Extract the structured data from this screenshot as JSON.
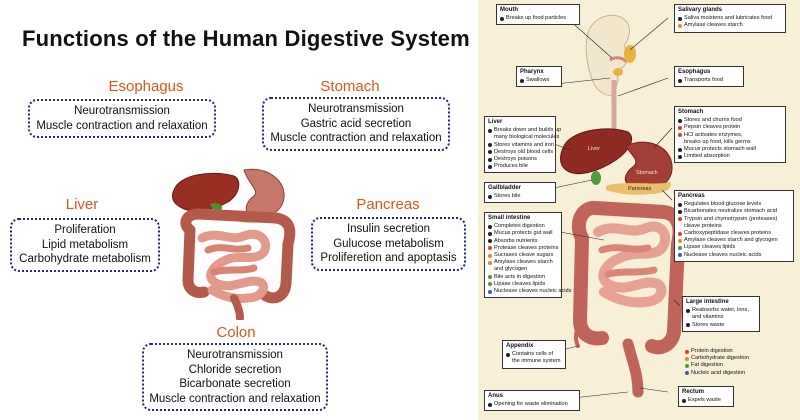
{
  "left": {
    "title": "Functions of the Human Digestive System",
    "esophagus": {
      "title": "Esophagus",
      "lines": [
        "Neurotransmission",
        "Muscle contraction and relaxation"
      ]
    },
    "stomach": {
      "title": "Stomach",
      "lines": [
        "Neurotransmission",
        "Gastric acid secretion",
        "Muscle contraction and relaxation"
      ]
    },
    "liver": {
      "title": "Liver",
      "lines": [
        "Proliferation",
        "Lipid metabolism",
        "Carbohydrate metabolism"
      ]
    },
    "pancreas": {
      "title": "Pancreas",
      "lines": [
        "Insulin secretion",
        "Gulucose metabolism",
        "Proliferetion and apoptasis"
      ]
    },
    "colon": {
      "title": "Colon",
      "lines": [
        "Neurotransmission",
        "Chloride secretion",
        "Bicarbonate secretion",
        "Muscle contraction and relaxation"
      ]
    }
  },
  "right": {
    "colors": {
      "protein": "#d6402b",
      "carbohydrate": "#e08a2a",
      "fat": "#4f9a3a",
      "nucleic": "#3a5fb0",
      "plain": "#222222"
    },
    "boxes": {
      "mouth": {
        "title": "Mouth",
        "items": [
          {
            "t": "Breaks up food particles",
            "c": "plain"
          }
        ]
      },
      "salivary": {
        "title": "Salivary glands",
        "items": [
          {
            "t": "Saliva moistens and lubricates food",
            "c": "plain"
          },
          {
            "t": "Amylase cleaves starch",
            "c": "carbohydrate"
          }
        ]
      },
      "pharynx": {
        "title": "Pharynx",
        "items": [
          {
            "t": "Swallows",
            "c": "plain"
          }
        ]
      },
      "esophagus": {
        "title": "Esophagus",
        "items": [
          {
            "t": "Transports food",
            "c": "plain"
          }
        ]
      },
      "liver": {
        "title": "Liver",
        "items": [
          {
            "t": "Breaks down and builds up",
            "c": "plain"
          },
          {
            "t": "many biological molecules",
            "c": "none"
          },
          {
            "t": "Stores vitamins and iron",
            "c": "plain"
          },
          {
            "t": "Destroys old blood cells",
            "c": "plain"
          },
          {
            "t": "Destroys poisons",
            "c": "plain"
          },
          {
            "t": "Produces bile",
            "c": "plain"
          }
        ]
      },
      "gallbladder": {
        "title": "Gallbladder",
        "items": [
          {
            "t": "Stores bile",
            "c": "plain"
          }
        ]
      },
      "stomach": {
        "title": "Stomach",
        "items": [
          {
            "t": "Stores and churns food",
            "c": "plain"
          },
          {
            "t": "Pepsin cleaves protein",
            "c": "protein"
          },
          {
            "t": "HCl activates enzymes,",
            "c": "protein"
          },
          {
            "t": "breaks up food, kills germs",
            "c": "none"
          },
          {
            "t": "Mucus protects stomach wall",
            "c": "plain"
          },
          {
            "t": "Limited absorption",
            "c": "plain"
          }
        ]
      },
      "pancreas": {
        "title": "Pancreas",
        "items": [
          {
            "t": "Regulates blood glucose levels",
            "c": "plain"
          },
          {
            "t": "Bicarbonates neutralize stomach acid",
            "c": "plain"
          },
          {
            "t": "Trypsin and chymotrypsin (proteases)",
            "c": "protein"
          },
          {
            "t": "cleave proteins",
            "c": "none"
          },
          {
            "t": "Carboxypeptidase cleaves proteins",
            "c": "protein"
          },
          {
            "t": "Amylase cleaves starch and glycogen",
            "c": "carbohydrate"
          },
          {
            "t": "Lipase cleaves lipids",
            "c": "fat"
          },
          {
            "t": "Nuclease cleaves nucleic acids",
            "c": "nucleic"
          }
        ]
      },
      "small_intestine": {
        "title": "Small intestine",
        "items": [
          {
            "t": "Completes digestion",
            "c": "plain"
          },
          {
            "t": "Mucus protects gut wall",
            "c": "plain"
          },
          {
            "t": "Absorbs nutrients",
            "c": "plain"
          },
          {
            "t": "Protease cleaves proteins",
            "c": "protein"
          },
          {
            "t": "Sucrases cleave sugars",
            "c": "carbohydrate"
          },
          {
            "t": "Amylase cleaves starch",
            "c": "carbohydrate"
          },
          {
            "t": "and glycogen",
            "c": "none"
          },
          {
            "t": "Bile acts in digestion",
            "c": "fat"
          },
          {
            "t": "Lipase cleaves lipids",
            "c": "fat"
          },
          {
            "t": "Nuclease cleaves nucleic acids",
            "c": "nucleic"
          }
        ]
      },
      "large_intestine": {
        "title": "Large intestine",
        "items": [
          {
            "t": "Reabsorbs water, ions,",
            "c": "plain"
          },
          {
            "t": "and vitamins",
            "c": "none"
          },
          {
            "t": "Stores waste",
            "c": "plain"
          }
        ]
      },
      "appendix": {
        "title": "Appendix",
        "items": [
          {
            "t": "Contains cells of",
            "c": "plain"
          },
          {
            "t": "the immune system",
            "c": "none"
          }
        ]
      },
      "anus": {
        "title": "Anus",
        "items": [
          {
            "t": "Opening for waste elimination",
            "c": "plain"
          }
        ]
      },
      "rectum": {
        "title": "Rectum",
        "items": [
          {
            "t": "Expels waste",
            "c": "plain"
          }
        ]
      }
    },
    "legend": [
      {
        "t": "Protein digestion",
        "c": "protein"
      },
      {
        "t": "Carbohydrate digestion",
        "c": "carbohydrate"
      },
      {
        "t": "Fat digestion",
        "c": "fat"
      },
      {
        "t": "Nucleic acid digestion",
        "c": "nucleic"
      }
    ],
    "anatomy_labels": {
      "liver": "Liver",
      "stomach": "Stomach",
      "pancreas": "Pancreas"
    }
  }
}
